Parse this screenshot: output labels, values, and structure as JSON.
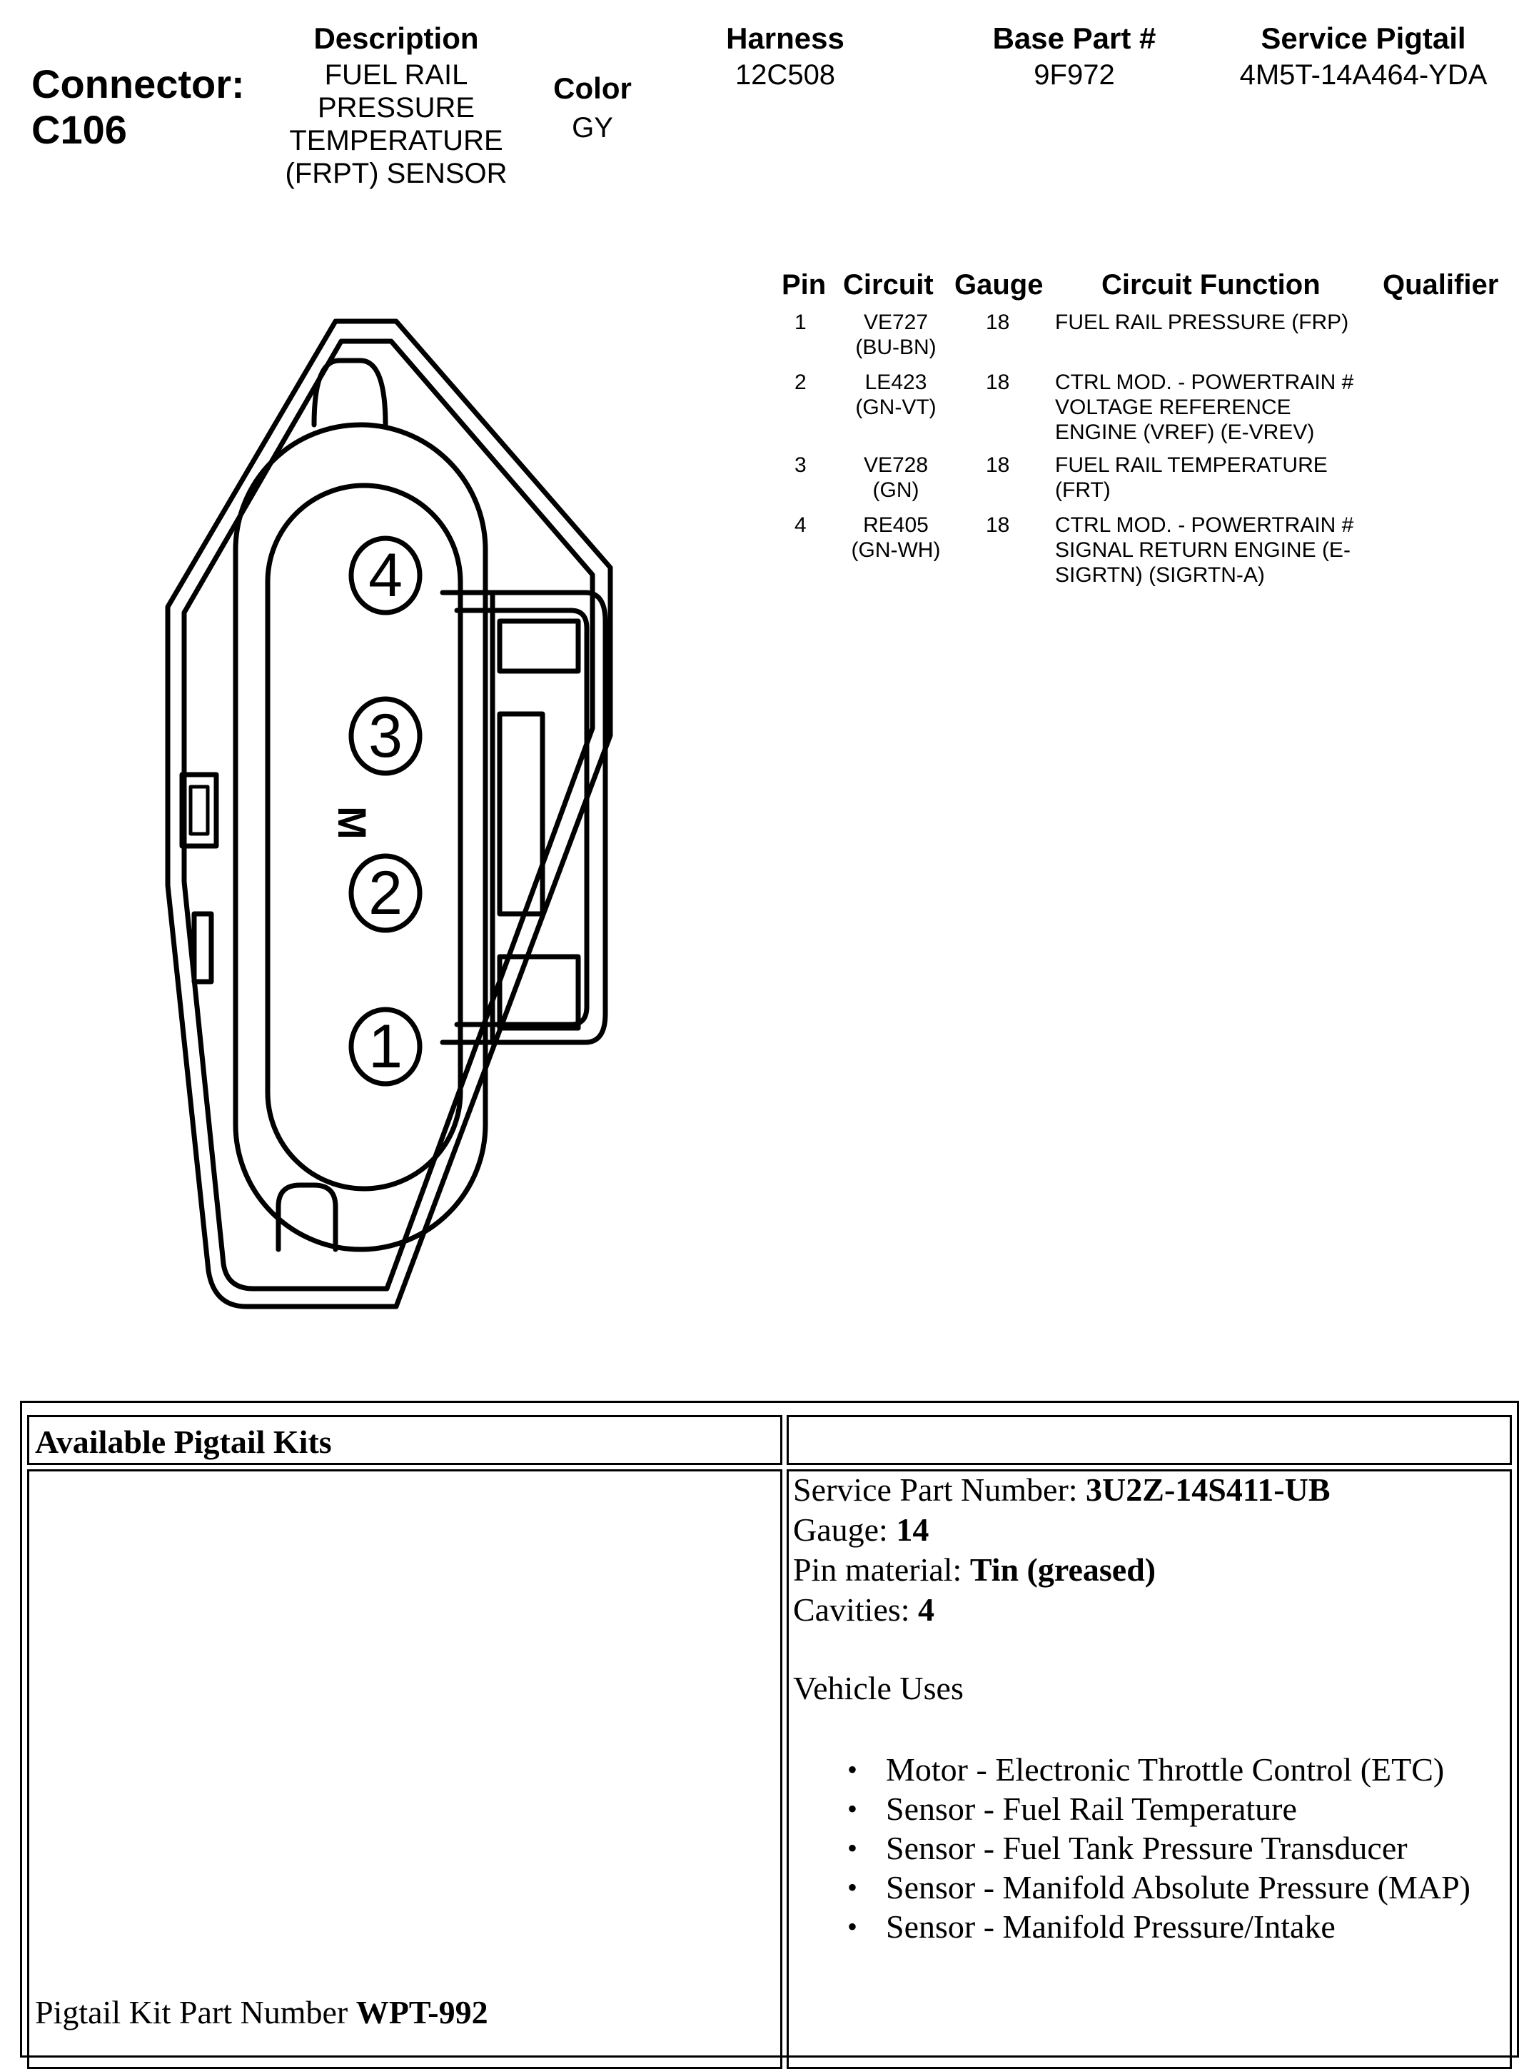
{
  "connector": {
    "label": "Connector:",
    "id": "C106"
  },
  "header": {
    "description": {
      "label": "Description",
      "lines": [
        "FUEL RAIL",
        "PRESSURE",
        "TEMPERATURE",
        "(FRPT) SENSOR"
      ]
    },
    "color": {
      "label": "Color",
      "value": "GY"
    },
    "harness": {
      "label": "Harness",
      "value": "12C508"
    },
    "base_part": {
      "label": "Base Part #",
      "value": "9F972"
    },
    "service_pigtail": {
      "label": "Service Pigtail",
      "value": "4M5T-14A464-YDA"
    }
  },
  "pin_table": {
    "headers": {
      "pin": "Pin",
      "circuit": "Circuit",
      "gauge": "Gauge",
      "function": "Circuit Function",
      "qualifier": "Qualifier"
    },
    "rows": [
      {
        "pin": "1",
        "circuit": [
          "VE727",
          "(BU-BN)"
        ],
        "gauge": "18",
        "function": [
          "FUEL RAIL PRESSURE (FRP)"
        ]
      },
      {
        "pin": "2",
        "circuit": [
          "LE423",
          "(GN-VT)"
        ],
        "gauge": "18",
        "function": [
          "CTRL MOD. - POWERTRAIN #",
          "VOLTAGE REFERENCE",
          "ENGINE (VREF) (E-VREV)"
        ]
      },
      {
        "pin": "3",
        "circuit": [
          "VE728",
          "(GN)"
        ],
        "gauge": "18",
        "function": [
          "FUEL RAIL TEMPERATURE",
          "(FRT)"
        ]
      },
      {
        "pin": "4",
        "circuit": [
          "RE405",
          "(GN-WH)"
        ],
        "gauge": "18",
        "function": [
          "CTRL MOD. - POWERTRAIN #",
          "SIGNAL RETURN ENGINE (E-",
          "SIGRTN) (SIGRTN-A)"
        ]
      }
    ]
  },
  "diagram": {
    "pins": [
      "1",
      "2",
      "3",
      "4"
    ],
    "marker": "M"
  },
  "pigtail_kits": {
    "title": "Available Pigtail Kits",
    "kit_label": "Pigtail Kit Part Number ",
    "kit_number": "WPT-992",
    "service_part_label": "Service Part Number: ",
    "service_part_value": "3U2Z-14S411-UB",
    "gauge_label": "Gauge: ",
    "gauge_value": "14",
    "pin_material_label": "Pin material: ",
    "pin_material_value": "Tin (greased)",
    "cavities_label": "Cavities: ",
    "cavities_value": "4",
    "vehicle_uses_label": "Vehicle Uses",
    "uses": [
      "Motor - Electronic Throttle Control (ETC)",
      "Sensor - Fuel Rail Temperature",
      "Sensor - Fuel Tank Pressure Transducer",
      "Sensor - Manifold Absolute Pressure (MAP)",
      "Sensor - Manifold Pressure/Intake"
    ]
  }
}
